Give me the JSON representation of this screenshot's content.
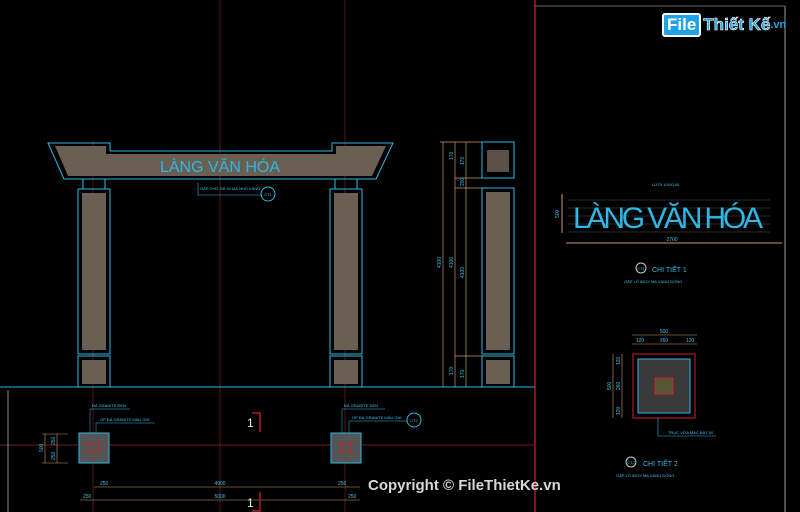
{
  "logo": {
    "file": "File",
    "rest": "Thiết Kế",
    "tld": ".vn"
  },
  "watermark": "Copyright © FileThietKe.vn",
  "elevation": {
    "sign_text": "LÀNG VĂN HÓA",
    "sign_note": "GẮP CHỮ ĐÁ 40 MẠ NHŨ VÀNG",
    "callout": "CT1"
  },
  "side_view": {
    "dims_outer": [
      "4100"
    ],
    "dims_mid": [
      "170",
      "4100",
      "170"
    ],
    "dims_inner": [
      "170",
      "200",
      "4100",
      "170"
    ]
  },
  "detail1": {
    "text": "LÀNG VĂN HÓA",
    "leader_note": "LƯỚI 100X100",
    "height_dim": "500",
    "width_dim": "2700",
    "title": "CHI TIẾT 1",
    "subtitle": "GẮP LỖ INOX MẠ VÀNG ĐỒNG",
    "callout": "CT1"
  },
  "detail2": {
    "top_dim": "500",
    "top_segments": [
      "120",
      "260",
      "120"
    ],
    "side_dim": "500",
    "side_segments": [
      "120",
      "260",
      "120"
    ],
    "note": "TRỤC VỮA MÁC BÁT 50",
    "title": "CHI TIẾT 2",
    "subtitle": "GẮP LỖ INOX MẠ VÀNG ĐỒNG",
    "callout": "CT2"
  },
  "plan": {
    "note_top": "ĐÁ GRANITE ĐEN",
    "note_left": "ỐP ĐÁ GRANITE MÀU GHI",
    "note_right": "ỐP ĐÁ GRANITE MÀU GHI",
    "callout": "CT2",
    "section_marks": [
      "1",
      "1"
    ],
    "dims_row1": [
      "250",
      "4900",
      "250"
    ],
    "dims_row2": [
      "250",
      "5000",
      "250"
    ],
    "col_dims": [
      "500",
      "250",
      "250"
    ]
  },
  "colors": {
    "background": "#000000",
    "cyan": "#2fb8e6",
    "red": "#d0202a",
    "tan": "#c89b6a",
    "hatch": "#6b5e52"
  }
}
